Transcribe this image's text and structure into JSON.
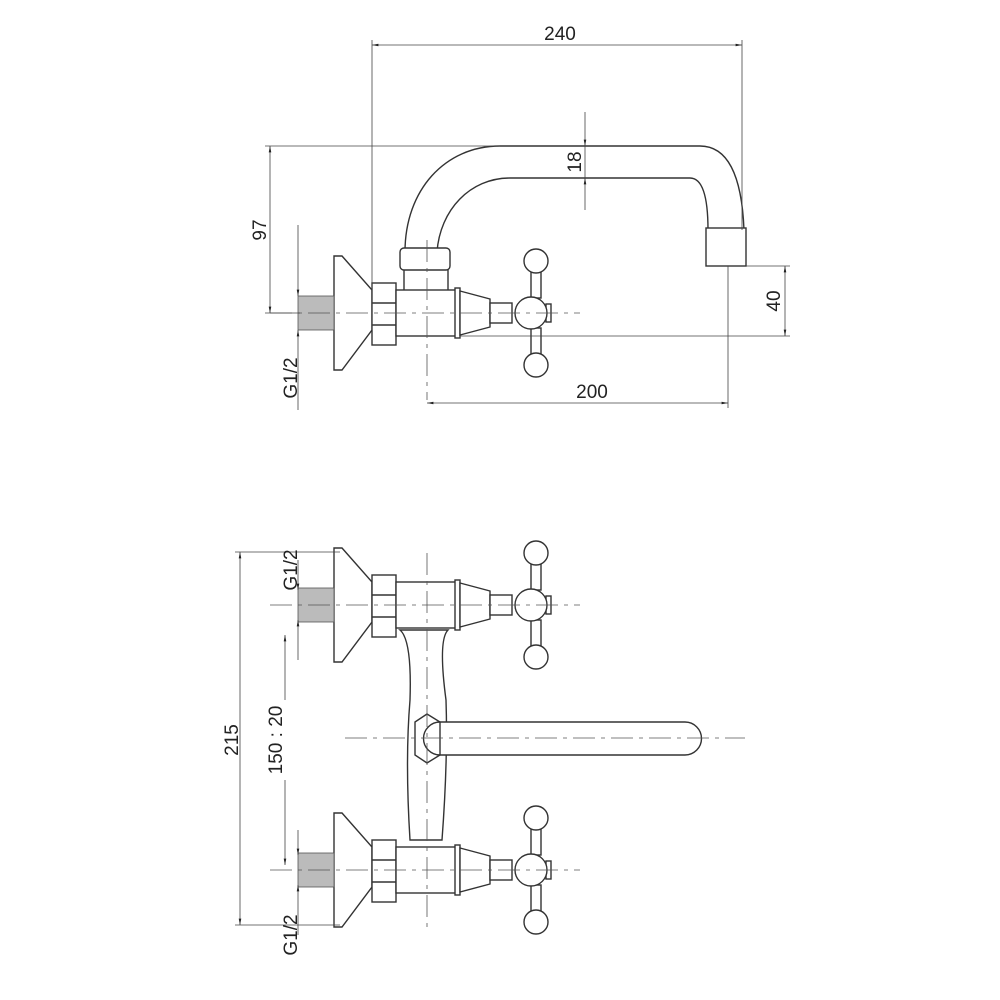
{
  "title": "Wall-mounted mixer tap dimension drawing",
  "side_view": {
    "dim_width_total": "240",
    "dim_spout_thickness": "18",
    "dim_height": "97",
    "dim_spout_outlet_height": "40",
    "dim_spout_reach": "200",
    "thread_label": "G1/2"
  },
  "front_view": {
    "dim_total_height": "215",
    "dim_center_distance": "150 : 20",
    "thread_label_top": "G1/2",
    "thread_label_bottom": "G1/2"
  }
}
